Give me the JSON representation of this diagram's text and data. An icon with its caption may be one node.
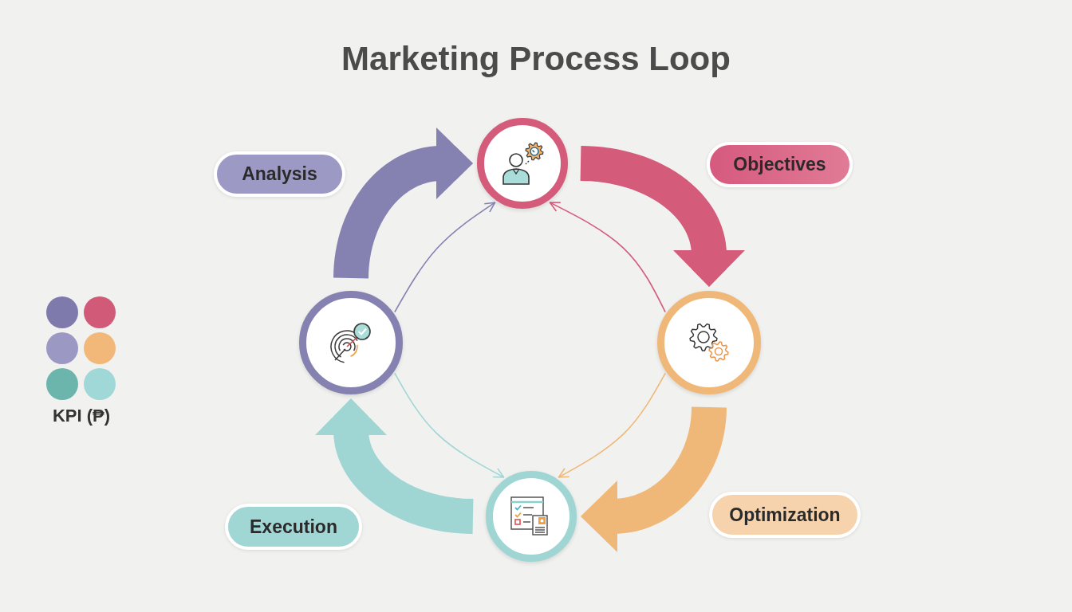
{
  "diagram": {
    "title": "Marketing Process Loop",
    "nodes": [
      {
        "text": [],
        "shape": "circle"
      },
      {
        "text": [
          "Analysis"
        ]
      },
      {
        "text": [
          "Objectives"
        ]
      },
      {
        "text": [],
        "shape": "circle"
      },
      {
        "text": [],
        "shape": "circle"
      },
      {
        "text": [
          "Execution"
        ]
      },
      {
        "text": [
          "Optimization"
        ]
      },
      {
        "text": [],
        "shape": "circle"
      }
    ],
    "edges": [
      {
        "from": 3,
        "to": 0,
        "arrow": "to",
        "style": "thick",
        "color": "#8582b1"
      },
      {
        "from": 0,
        "to": 4,
        "arrow": "to",
        "style": "thick",
        "color": "#d45c7a"
      },
      {
        "from": 4,
        "to": 7,
        "arrow": "to",
        "style": "thick",
        "color": "#f0b878"
      },
      {
        "from": 7,
        "to": 3,
        "arrow": "to",
        "style": "thick",
        "color": "#9fd6d4"
      },
      {
        "from": 3,
        "to": 0,
        "arrow": "to",
        "color": "#8582b1"
      },
      {
        "from": 4,
        "to": 0,
        "arrow": "to",
        "color": "#d45c7a"
      },
      {
        "from": 4,
        "to": 7,
        "arrow": "to",
        "color": "#f0b878"
      },
      {
        "from": 3,
        "to": 7,
        "arrow": "to",
        "color": "#9fd6d4"
      }
    ],
    "labels": [
      "KPI (₱)"
    ]
  }
}
